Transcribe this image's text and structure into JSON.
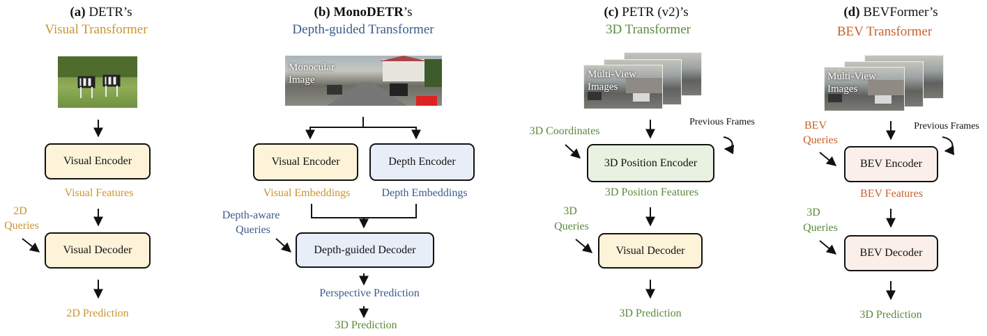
{
  "panels": {
    "a": {
      "title_tag": "(a)",
      "title_name": "DETR’s",
      "subtitle": "Visual Transformer",
      "encoder": "Visual Encoder",
      "features": "Visual Features",
      "queries_line1": "2D",
      "queries_line2": "Queries",
      "decoder": "Visual Decoder",
      "prediction": "2D Prediction"
    },
    "b": {
      "title_tag": "(b)",
      "title_name": "MonoDETR",
      "title_suffix": "’s",
      "subtitle": "Depth-guided Transformer",
      "image_label_line1": "Monocular",
      "image_label_line2": "Image",
      "encoder_visual": "Visual Encoder",
      "encoder_depth": "Depth Encoder",
      "emb_visual": "Visual Embeddings",
      "emb_depth": "Depth Embeddings",
      "queries_line1": "Depth-aware",
      "queries_line2": "Queries",
      "decoder": "Depth-guided Decoder",
      "prediction_persp": "Perspective Prediction",
      "prediction_3d": "3D Prediction"
    },
    "c": {
      "title_tag": "(c)",
      "title_name": "PETR (v2)’s",
      "subtitle": "3D Transformer",
      "image_label_line1": "Multi-View",
      "image_label_line2": "Images",
      "coords": "3D Coordinates",
      "prev_frames": "Previous Frames",
      "encoder": "3D Position Encoder",
      "features": "3D Position Features",
      "queries_line1": "3D",
      "queries_line2": "Queries",
      "decoder": "Visual Decoder",
      "prediction": "3D Prediction"
    },
    "d": {
      "title_tag": "(d)",
      "title_name": "BEVFormer’s",
      "subtitle": "BEV Transformer",
      "image_label_line1": "Multi-View",
      "image_label_line2": "Images",
      "bev_q_line1": "BEV",
      "bev_q_line2": "Queries",
      "prev_frames": "Previous Frames",
      "encoder": "BEV Encoder",
      "features": "BEV Features",
      "queries_line1": "3D",
      "queries_line2": "Queries",
      "decoder": "BEV Decoder",
      "prediction": "3D Prediction"
    }
  },
  "colors": {
    "visual": "#c9952f",
    "depth": "#3a5a8c",
    "petr": "#5b8a3a",
    "bev": "#c8602a",
    "box_visual": "#fdf3d8",
    "box_depth": "#e8eef8",
    "box_petr": "#e9f2e2",
    "box_bev": "#fbefe9"
  }
}
